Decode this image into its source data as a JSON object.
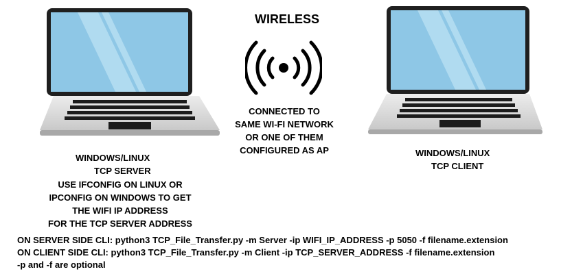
{
  "title": "WIRELESS",
  "network_note": [
    "CONNECTED TO",
    "SAME WI-FI NETWORK",
    "OR ONE OF THEM",
    "CONFIGURED AS AP"
  ],
  "server": {
    "label_lines": [
      "WINDOWS/LINUX",
      "TCP SERVER"
    ],
    "note_lines": [
      "USE IFCONFIG ON LINUX OR",
      "IPCONFIG ON WINDOWS TO GET",
      "THE WIFI IP ADDRESS",
      "FOR THE TCP SERVER ADDRESS"
    ]
  },
  "client": {
    "label_lines": [
      "WINDOWS/LINUX",
      "TCP CLIENT"
    ]
  },
  "cli_lines": [
    "ON SERVER SIDE CLI: python3 TCP_File_Transfer.py -m Server -ip WIFI_IP_ADDRESS -p 5050 -f filename.extension",
    "ON CLIENT SIDE CLI: python3 TCP_File_Transfer.py -m Client -ip TCP_SERVER_ADDRESS  -f filename.extension",
    "-p and -f are optional"
  ],
  "icons": {
    "server_laptop": "laptop-icon",
    "client_laptop": "laptop-icon",
    "wireless": "wireless-signal-icon"
  },
  "colors": {
    "screen": "#8ec7e6",
    "bezel": "#222222",
    "keyboard_deck": "#dcdcdc",
    "keys": "#1c1c1c"
  }
}
